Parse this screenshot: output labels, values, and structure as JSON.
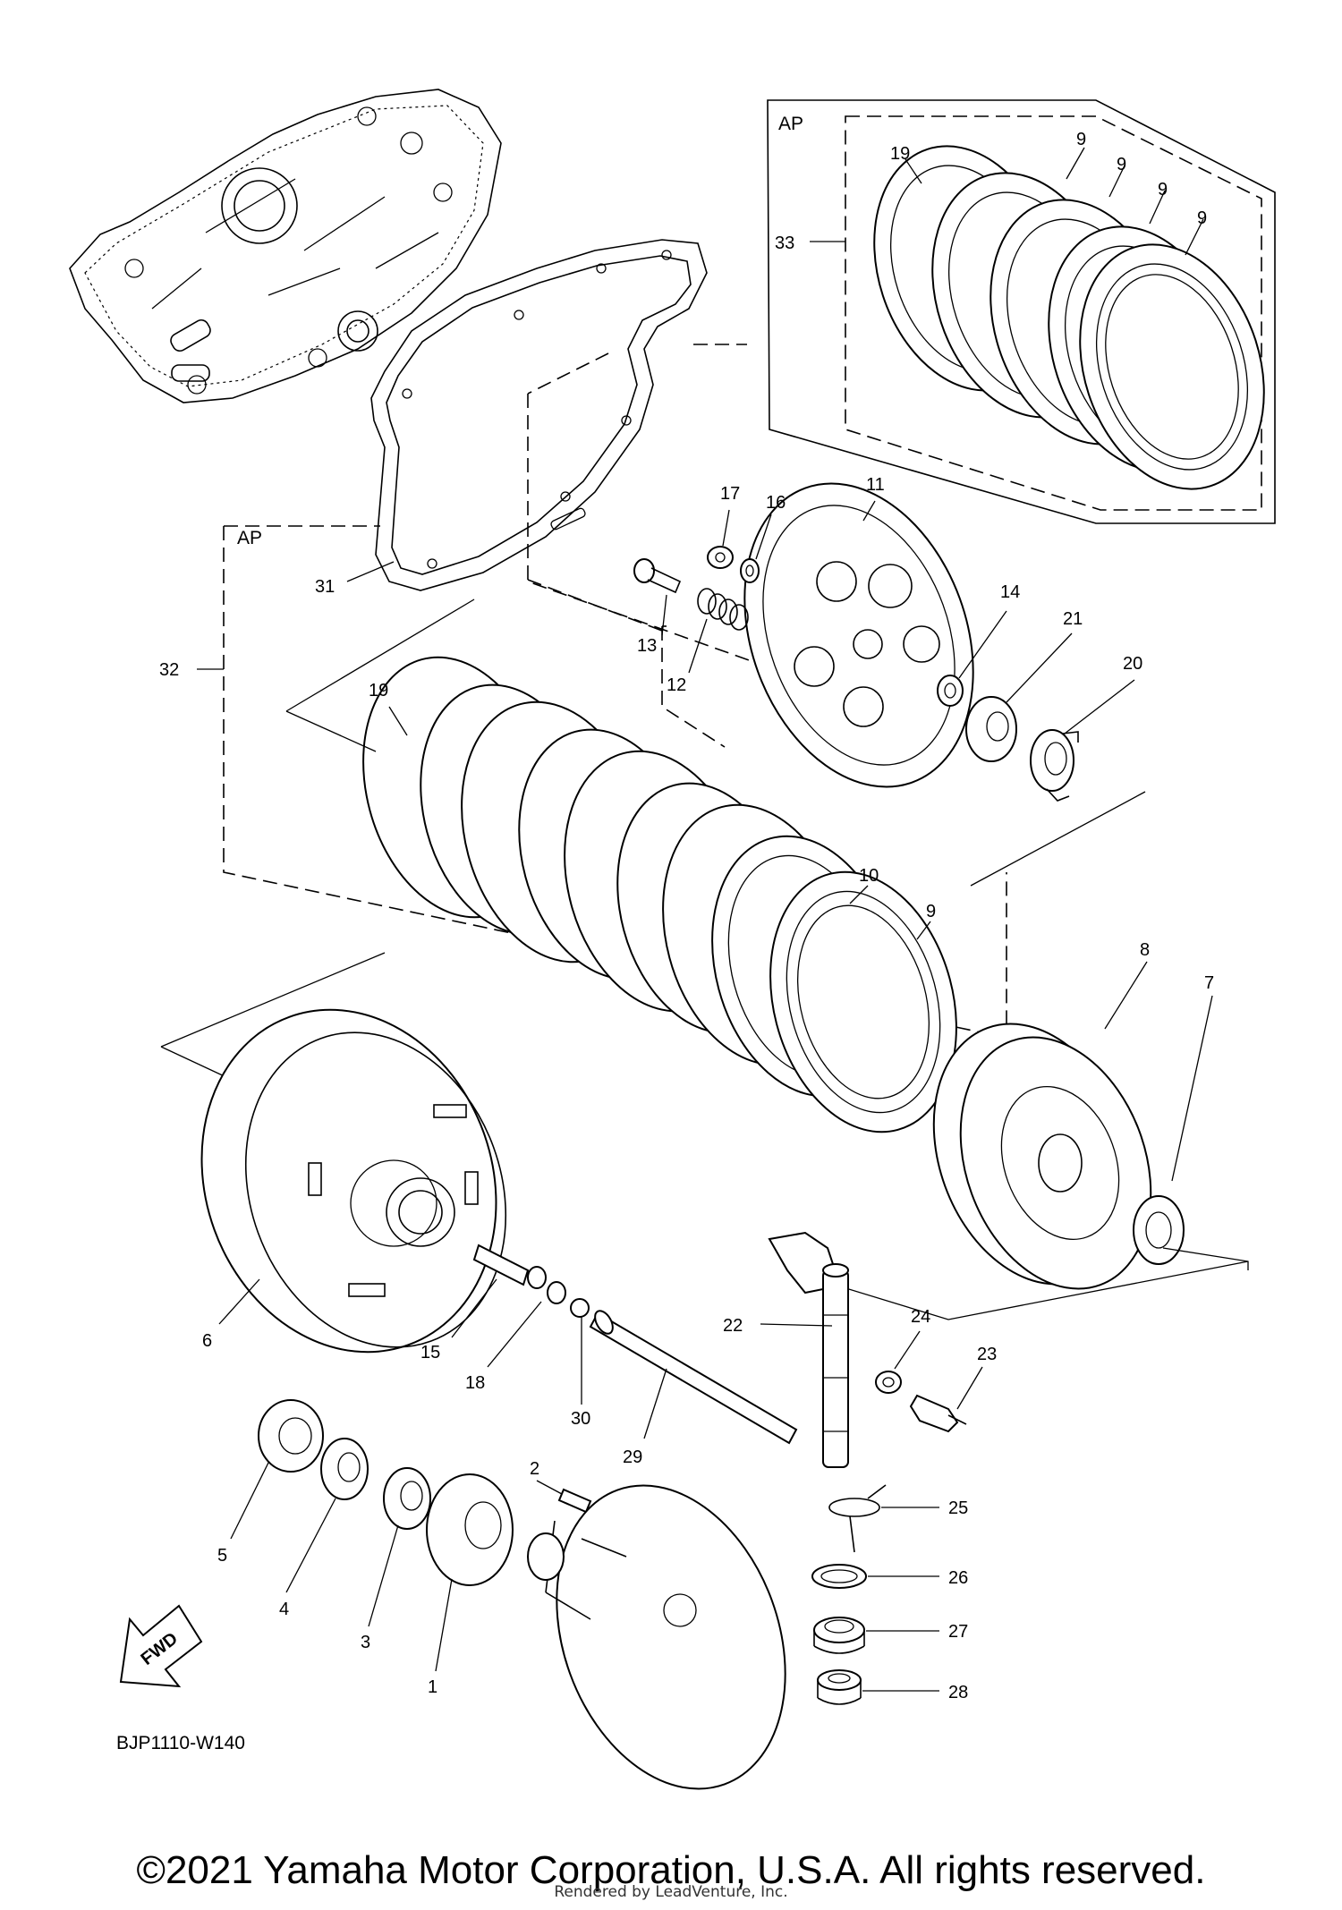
{
  "diagram": {
    "drawing_code": "BJP1110-W140",
    "fwd_badge": "FWD",
    "assembly_tags": [
      "AP",
      "AP"
    ],
    "callouts": [
      {
        "n": "1"
      },
      {
        "n": "2"
      },
      {
        "n": "3"
      },
      {
        "n": "4"
      },
      {
        "n": "5"
      },
      {
        "n": "6"
      },
      {
        "n": "7"
      },
      {
        "n": "8"
      },
      {
        "n": "9"
      },
      {
        "n": "10"
      },
      {
        "n": "11"
      },
      {
        "n": "12"
      },
      {
        "n": "13"
      },
      {
        "n": "14"
      },
      {
        "n": "15"
      },
      {
        "n": "16"
      },
      {
        "n": "17"
      },
      {
        "n": "18"
      },
      {
        "n": "19"
      },
      {
        "n": "20"
      },
      {
        "n": "21"
      },
      {
        "n": "22"
      },
      {
        "n": "23"
      },
      {
        "n": "24"
      },
      {
        "n": "25"
      },
      {
        "n": "26"
      },
      {
        "n": "27"
      },
      {
        "n": "28"
      },
      {
        "n": "29"
      },
      {
        "n": "30"
      },
      {
        "n": "31"
      },
      {
        "n": "32"
      },
      {
        "n": "33"
      }
    ]
  },
  "footer": {
    "copyright": "©2021 Yamaha Motor Corporation, U.S.A. All rights reserved.",
    "rendered_by": "Rendered by LeadVenture, Inc."
  }
}
